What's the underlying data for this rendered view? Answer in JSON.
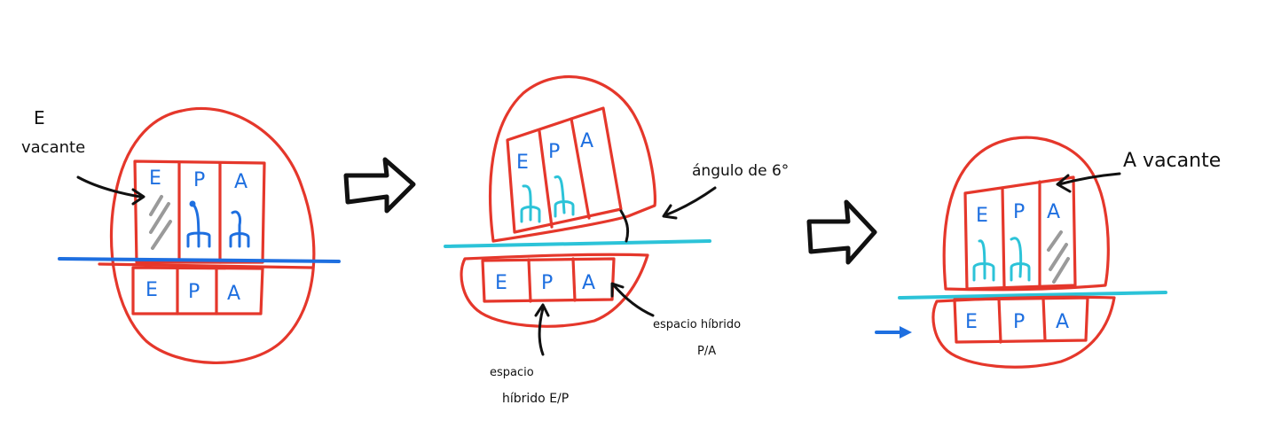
{
  "panel1": {
    "label_line1": "E",
    "label_line2": "vacante",
    "upper_sites": [
      "E",
      "P",
      "A"
    ],
    "lower_sites": [
      "E",
      "P",
      "A"
    ]
  },
  "panel2": {
    "upper_sites": [
      "E",
      "P",
      "A"
    ],
    "lower_sites": [
      "E",
      "P",
      "A"
    ],
    "angle_label": "ángulo de 6°",
    "hybrid_pa_line1": "espacio híbrido",
    "hybrid_pa_line2": "P/A",
    "hybrid_ep_line1": "espacio",
    "hybrid_ep_line2": "híbrido E/P"
  },
  "panel3": {
    "label": "A vacante",
    "upper_sites": [
      "E",
      "P",
      "A"
    ],
    "lower_sites": [
      "E",
      "P",
      "A"
    ]
  },
  "colors": {
    "ribosome_outline": "#e5372b",
    "site_text": "#1e6fe0",
    "mrna_panel1": "#1e6fe0",
    "mrna_panels_2_3": "#2cc3d8",
    "vacant_hatch": "#9a9a9a"
  }
}
